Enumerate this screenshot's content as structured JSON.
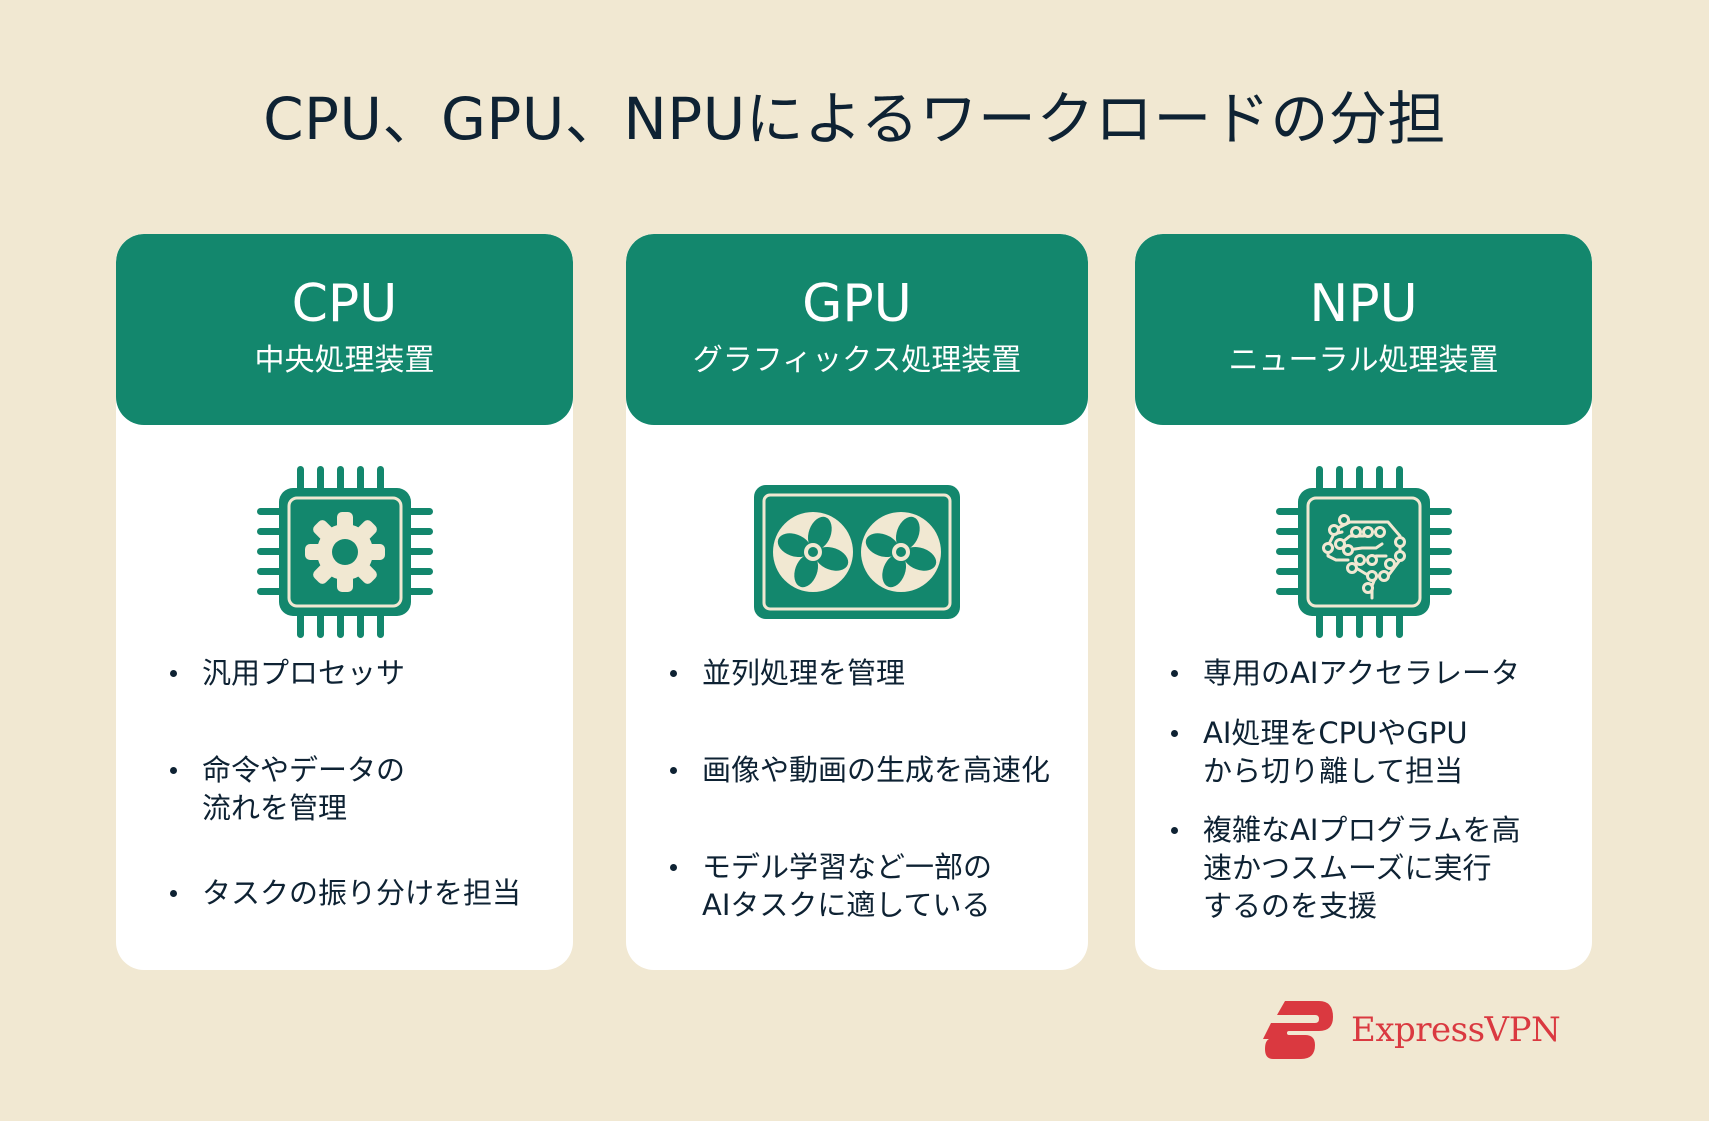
{
  "title": "CPU、GPU、NPUによるワークロードの分担",
  "colors": {
    "background": "#F1E8D2",
    "header_green": "#13876D",
    "icon_cream": "#F1E8D2",
    "text_dark": "#0E2233",
    "brand_red": "#DA3940"
  },
  "cards": [
    {
      "abbr": "CPU",
      "full_name": "中央処理装置",
      "icon": "cpu-gear-chip-icon",
      "bullets": [
        "汎用プロセッサ",
        "命令やデータの\n流れを管理",
        "タスクの振り分けを担当"
      ]
    },
    {
      "abbr": "GPU",
      "full_name": "グラフィックス処理装置",
      "icon": "gpu-dual-fan-icon",
      "bullets": [
        "並列処理を管理",
        "画像や動画の生成を高速化",
        "モデル学習など一部の\nAIタスクに適している"
      ]
    },
    {
      "abbr": "NPU",
      "full_name": "ニューラル処理装置",
      "icon": "npu-brain-chip-icon",
      "bullets": [
        "専用のAIアクセラレータ",
        "AI処理をCPUやGPU\nから切り離して担当",
        "複雑なAIプログラムを高\n速かつスムーズに実行\nするのを支援"
      ]
    }
  ],
  "logo": {
    "text": "ExpressVPN",
    "icon": "expressvpn-logo-icon"
  }
}
